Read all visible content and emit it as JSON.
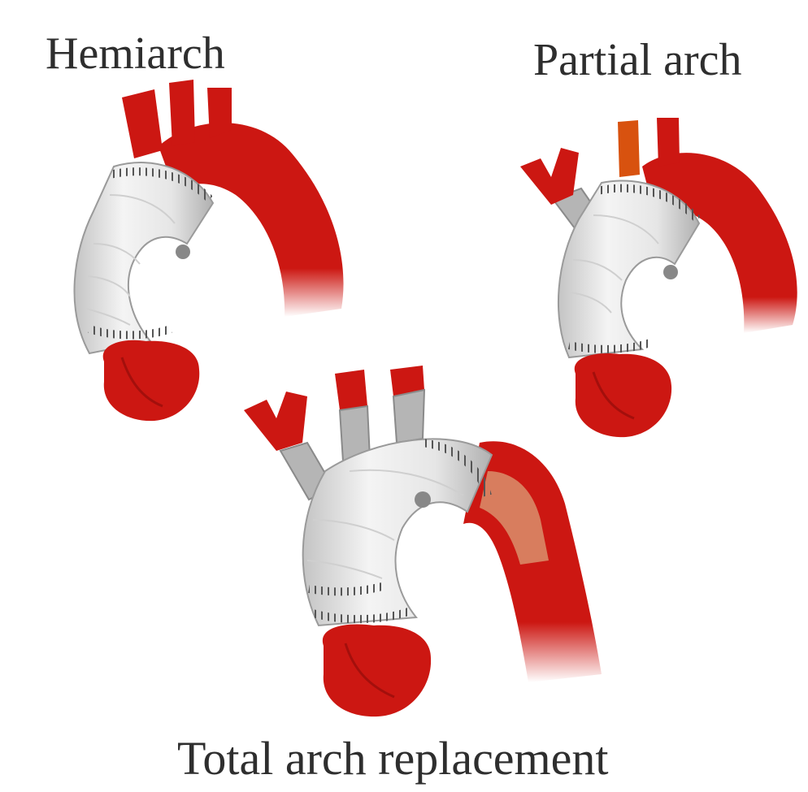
{
  "panels": {
    "hemiarch": {
      "label": "Hemiarch"
    },
    "partial_arch": {
      "label": "Partial arch"
    },
    "total_arch": {
      "label": "Total arch replacement"
    }
  },
  "colors": {
    "aorta_red": "#cc1712",
    "aorta_dark": "#a30f0c",
    "graft_light": "#efefef",
    "graft_shade": "#b8b8b8",
    "suture": "#555555",
    "stent_tan": "#d98f6c",
    "text": "#2e2e2e"
  }
}
